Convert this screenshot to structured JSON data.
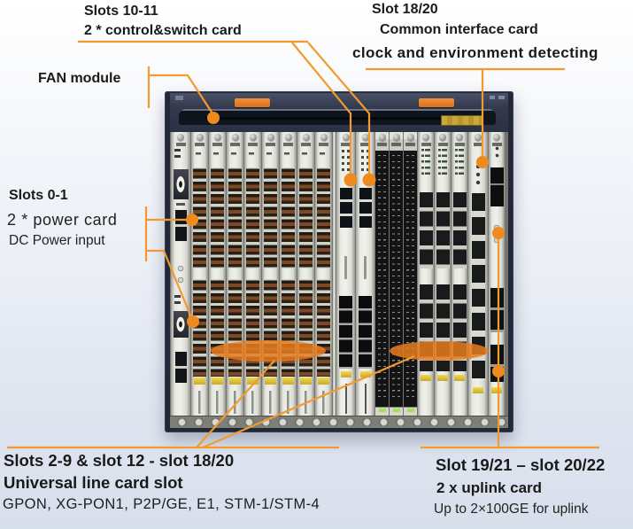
{
  "title_annotations": {
    "slots_10_11": {
      "line1": "Slots 10-11",
      "line2": "2 * control&switch card"
    },
    "slot_18_20": {
      "line1": "Slot 18/20",
      "line2": "Common interface card",
      "line3": "clock and environment detecting"
    },
    "fan_module": {
      "label": "FAN module"
    },
    "slots_0_1": {
      "line1": "Slots 0-1",
      "line2": "2 * power card",
      "line3": "DC Power input"
    },
    "line_cards": {
      "line1": "Slots 2-9 & slot 12 - slot 18/20",
      "line2": "Universal line card slot",
      "line3": "GPON, XG-PON1, P2P/GE, E1, STM-1/STM-4"
    },
    "uplink_cards": {
      "line1": "Slot 19/21 – slot 20/22",
      "line2": "2 x uplink card",
      "line3": "Up to 2×100GE for uplink"
    }
  },
  "colors": {
    "accent_orange": "#F29A2E",
    "dot_orange": "#EF8A1F",
    "highlight_orange": "#E87D1F",
    "text": "#1A1A1A"
  }
}
